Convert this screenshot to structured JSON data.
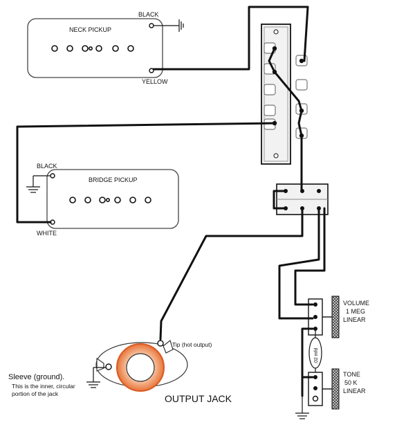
{
  "neck_pickup": {
    "label": "NECK PICKUP",
    "lead_top": "BLACK",
    "lead_bottom": "YELLOW"
  },
  "bridge_pickup": {
    "label": "BRIDGE PICKUP",
    "lead_top": "BLACK",
    "lead_bottom": "WHITE"
  },
  "volume_pot": {
    "line1": "VOLUME",
    "line2": "1 MEG",
    "line3": "LINEAR"
  },
  "tone_pot": {
    "line1": "TONE",
    "line2": "50 K",
    "line3": "LINEAR"
  },
  "capacitor": {
    "label": ".02 mfd"
  },
  "output_jack": {
    "label": "OUTPUT JACK",
    "tip_label": "Tip (hot output)",
    "sleeve_label": "Sleeve (ground).",
    "sleeve_note_line1": "This is the inner, circular",
    "sleeve_note_line2": "portion of the jack"
  },
  "colors": {
    "wire": "#111111",
    "jack_ring": "#e8743a",
    "knurl": "#555555",
    "switch_body": "#f2f2f2"
  }
}
